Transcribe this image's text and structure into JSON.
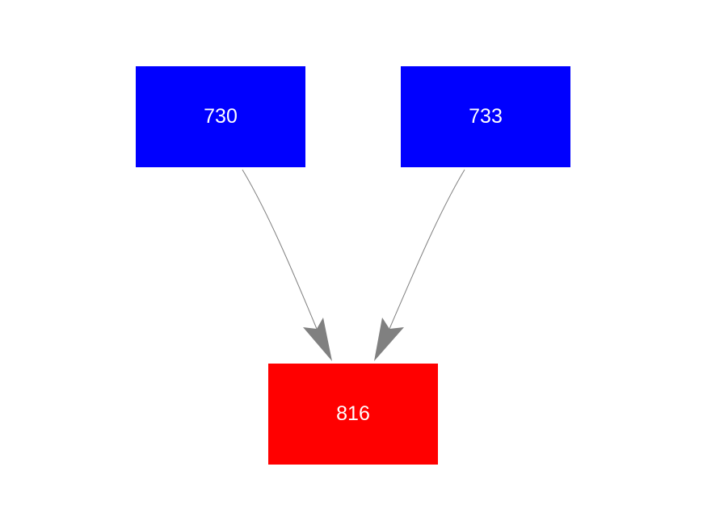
{
  "nodes": [
    {
      "id": "730",
      "label": "730",
      "color": "#0000ff"
    },
    {
      "id": "733",
      "label": "733",
      "color": "#0000ff"
    },
    {
      "id": "816",
      "label": "816",
      "color": "#ff0000"
    }
  ],
  "edges": [
    {
      "from": "730",
      "to": "816"
    },
    {
      "from": "733",
      "to": "816"
    }
  ],
  "edge_color": "#808080"
}
